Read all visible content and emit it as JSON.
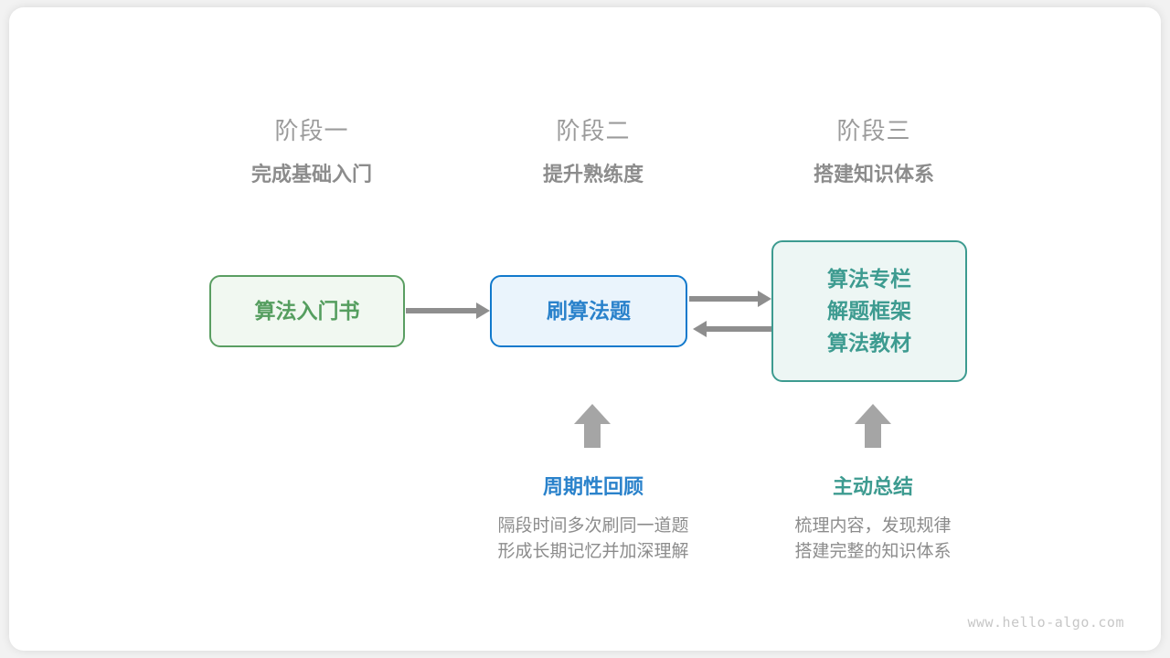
{
  "stages": [
    {
      "number": "阶段一",
      "title": "完成基础入门"
    },
    {
      "number": "阶段二",
      "title": "提升熟练度"
    },
    {
      "number": "阶段三",
      "title": "搭建知识体系"
    }
  ],
  "boxes": {
    "book": {
      "label": "算法入门书",
      "color": "#559e5f"
    },
    "practice": {
      "label": "刷算法题",
      "color": "#2a82cb"
    },
    "resources": {
      "lines": [
        "算法专栏",
        "解题框架",
        "算法教材"
      ],
      "color": "#3d9b90"
    }
  },
  "captions": [
    {
      "title": "周期性回顾",
      "line1": "隔段时间多次刷同一道题",
      "line2": "形成长期记忆并加深理解",
      "color": "#2a82cb"
    },
    {
      "title": "主动总结",
      "line1": "梳理内容，发现规律",
      "line2": "搭建完整的知识体系",
      "color": "#3d9b90"
    }
  ],
  "watermark": "www.hello-algo.com"
}
